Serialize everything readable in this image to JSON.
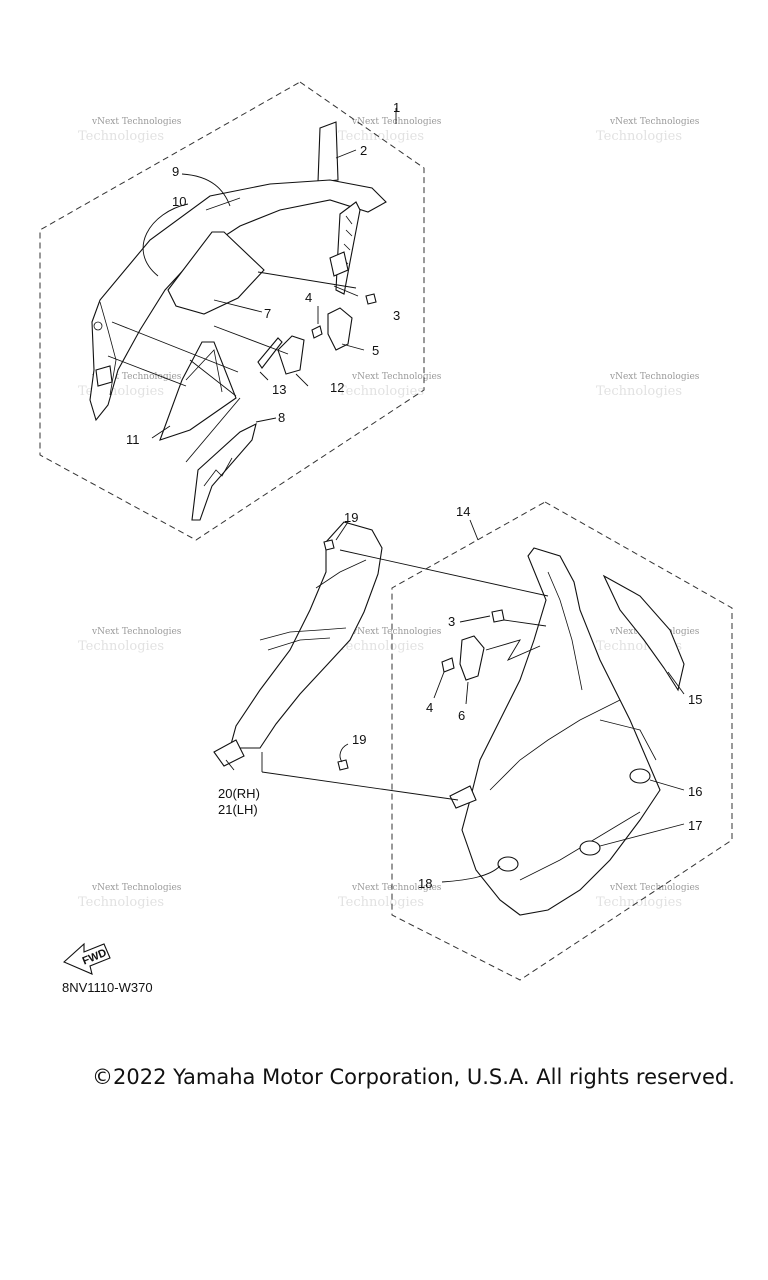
{
  "callouts": {
    "c1": "1",
    "c2": "2",
    "c3a": "3",
    "c4a": "4",
    "c5": "5",
    "c7": "7",
    "c8": "8",
    "c9": "9",
    "c10": "10",
    "c11": "11",
    "c12": "12",
    "c13": "13",
    "c14": "14",
    "c19a": "19",
    "c19b": "19",
    "c20": "20(RH)",
    "c21": "21(LH)",
    "c3b": "3",
    "c4b": "4",
    "c6": "6",
    "c15": "15",
    "c16": "16",
    "c17": "17",
    "c18": "18"
  },
  "watermark_text": "vNext Technologies",
  "watermark_ghost": "Technologies",
  "fwd_label": "FWD",
  "diagram_code": "8NV1110-W370",
  "copyright": "©2022 Yamaha Motor Corporation, U.S.A. All rights reserved."
}
